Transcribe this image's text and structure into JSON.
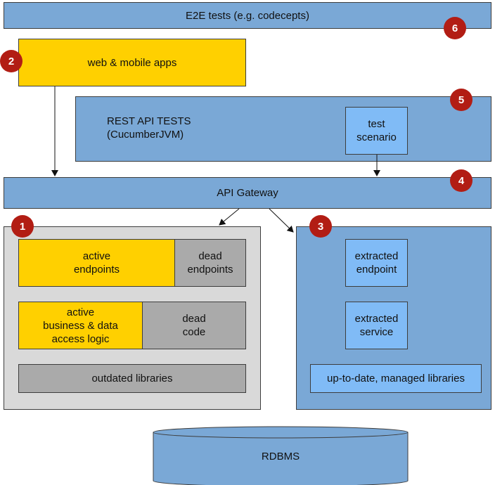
{
  "boxes": {
    "e2e_tests": "E2E tests (e.g. codecepts)",
    "web_mobile_apps": "web & mobile apps",
    "rest_api_tests": "REST API TESTS\n(CucumberJVM)",
    "test_scenario": "test\nscenario",
    "api_gateway": "API Gateway",
    "active_endpoints": "active\nendpoints",
    "dead_endpoints": "dead\nendpoints",
    "active_logic": "active\nbusiness & data\naccess logic",
    "dead_code": "dead\ncode",
    "outdated_libraries": "outdated libraries",
    "extracted_endpoint": "extracted\nendpoint",
    "extracted_service": "extracted\nservice",
    "managed_libraries": "up-to-date, managed libraries",
    "rdbms": "RDBMS"
  },
  "badges": {
    "monolith": "1",
    "apps": "2",
    "microservice": "3",
    "gateway": "4",
    "rest_tests": "5",
    "e2e": "6"
  },
  "colors": {
    "blue": "#7aa8d6",
    "light_blue": "#80bbf6",
    "yellow": "#ffd000",
    "gray": "#aaaaaa",
    "light_gray": "#d9d9d9",
    "badge": "#b21d14"
  }
}
